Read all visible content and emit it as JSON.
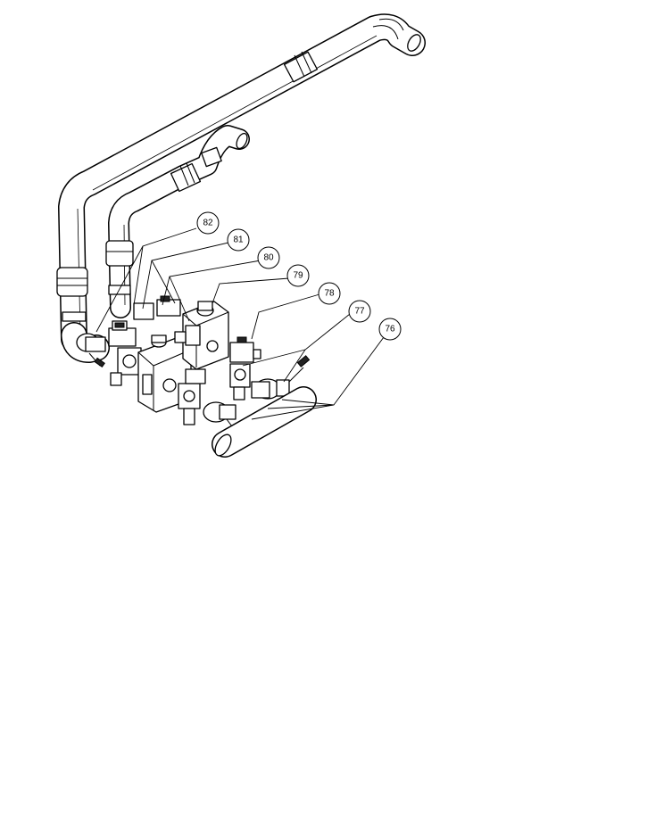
{
  "callouts": [
    {
      "id": "c82",
      "label": "82"
    },
    {
      "id": "c81",
      "label": "81"
    },
    {
      "id": "c80",
      "label": "80"
    },
    {
      "id": "c79",
      "label": "79"
    },
    {
      "id": "c78",
      "label": "78"
    },
    {
      "id": "c77",
      "label": "77"
    },
    {
      "id": "c76",
      "label": "76"
    }
  ]
}
